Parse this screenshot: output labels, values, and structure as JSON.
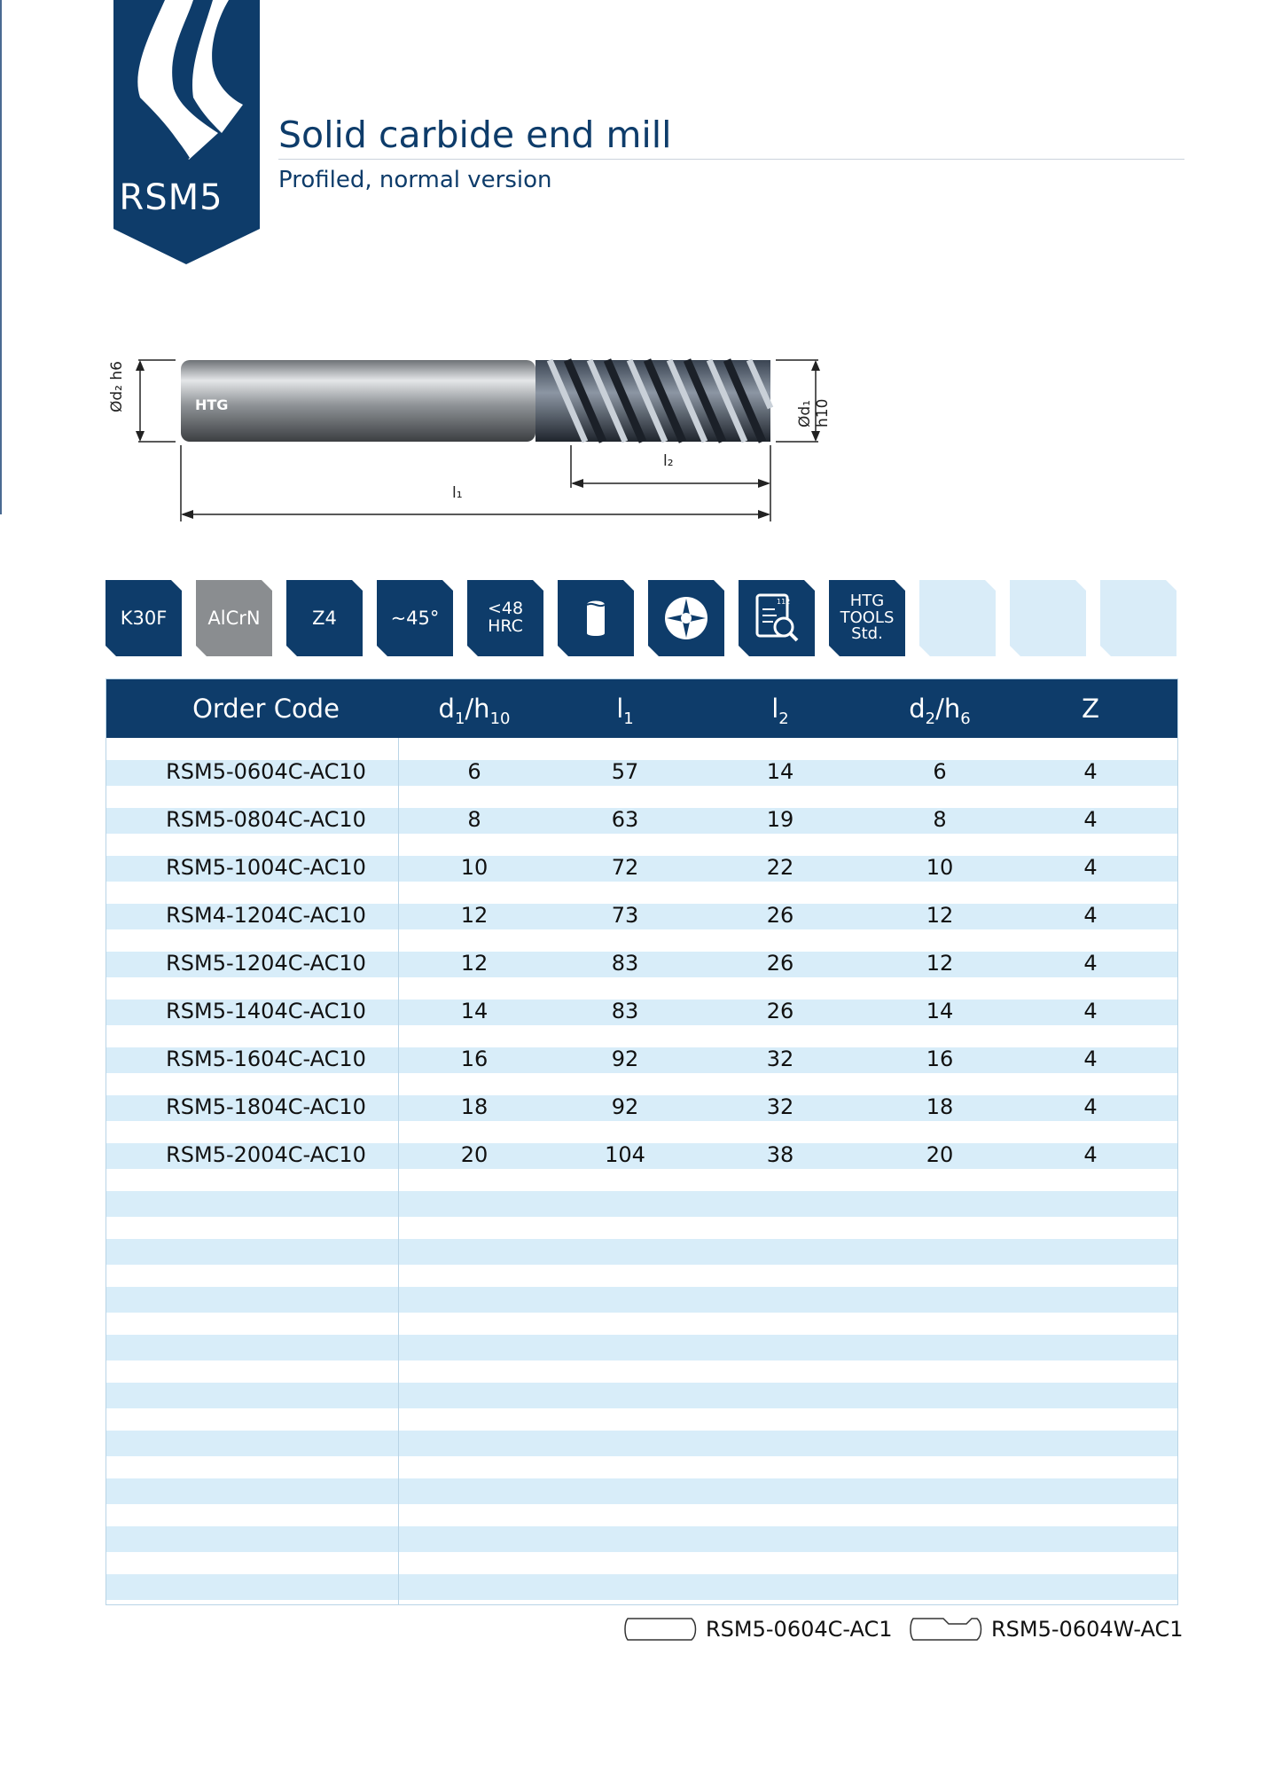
{
  "product": {
    "code": "RSM5",
    "title": "Solid carbide end mill",
    "subtitle": "Profiled, normal version"
  },
  "drawing": {
    "d2_label": "Ød₂ h6",
    "d1_label": "Ød₁ h10",
    "l2_label": "l₂",
    "l1_label": "l₁",
    "brand_mark": "HTG"
  },
  "icons": [
    {
      "label": "K30F",
      "style": "dark"
    },
    {
      "label": "AlCrN",
      "style": "grey"
    },
    {
      "label": "Z4",
      "style": "dark"
    },
    {
      "label": "~45°",
      "style": "dark"
    },
    {
      "label": "<48\nHRC",
      "style": "dark"
    },
    {
      "icon": "shank-icon",
      "style": "dark"
    },
    {
      "icon": "flute-cross-section-icon",
      "style": "dark"
    },
    {
      "icon": "inspection-document-icon",
      "style": "dark",
      "number": "112"
    },
    {
      "label": "HTG\nTOOLS\nStd.",
      "style": "dark"
    },
    {
      "style": "empty"
    },
    {
      "style": "empty"
    },
    {
      "style": "empty"
    }
  ],
  "table": {
    "headers": {
      "order_code": "Order Code",
      "d1": "d",
      "d1_sub": "1",
      "d1_tol": "h",
      "d1_tol_sub": "10",
      "l1": "l",
      "l1_sub": "1",
      "l2": "l",
      "l2_sub": "2",
      "d2": "d",
      "d2_sub": "2",
      "d2_tol": "h",
      "d2_tol_sub": "6",
      "z": "Z"
    },
    "rows": [
      {
        "code": "RSM5-0604C-AC10",
        "d1": "6",
        "l1": "57",
        "l2": "14",
        "d2": "6",
        "z": "4"
      },
      {
        "code": "RSM5-0804C-AC10",
        "d1": "8",
        "l1": "63",
        "l2": "19",
        "d2": "8",
        "z": "4"
      },
      {
        "code": "RSM5-1004C-AC10",
        "d1": "10",
        "l1": "72",
        "l2": "22",
        "d2": "10",
        "z": "4"
      },
      {
        "code": "RSM4-1204C-AC10",
        "d1": "12",
        "l1": "73",
        "l2": "26",
        "d2": "12",
        "z": "4"
      },
      {
        "code": "RSM5-1204C-AC10",
        "d1": "12",
        "l1": "83",
        "l2": "26",
        "d2": "12",
        "z": "4"
      },
      {
        "code": "RSM5-1404C-AC10",
        "d1": "14",
        "l1": "83",
        "l2": "26",
        "d2": "14",
        "z": "4"
      },
      {
        "code": "RSM5-1604C-AC10",
        "d1": "16",
        "l1": "92",
        "l2": "32",
        "d2": "16",
        "z": "4"
      },
      {
        "code": "RSM5-1804C-AC10",
        "d1": "18",
        "l1": "92",
        "l2": "32",
        "d2": "18",
        "z": "4"
      },
      {
        "code": "RSM5-2004C-AC10",
        "d1": "20",
        "l1": "104",
        "l2": "38",
        "d2": "20",
        "z": "4"
      },
      {},
      {},
      {},
      {},
      {},
      {},
      {},
      {},
      {}
    ]
  },
  "footer": {
    "variant_c": "RSM5-0604C-AC1",
    "variant_w": "RSM5-0604W-AC1"
  },
  "colors": {
    "navy": "#0e3c6a",
    "stripe": "#d8edf9",
    "grey_tile": "#8a8d90",
    "empty_tile": "#d9ecf8"
  }
}
